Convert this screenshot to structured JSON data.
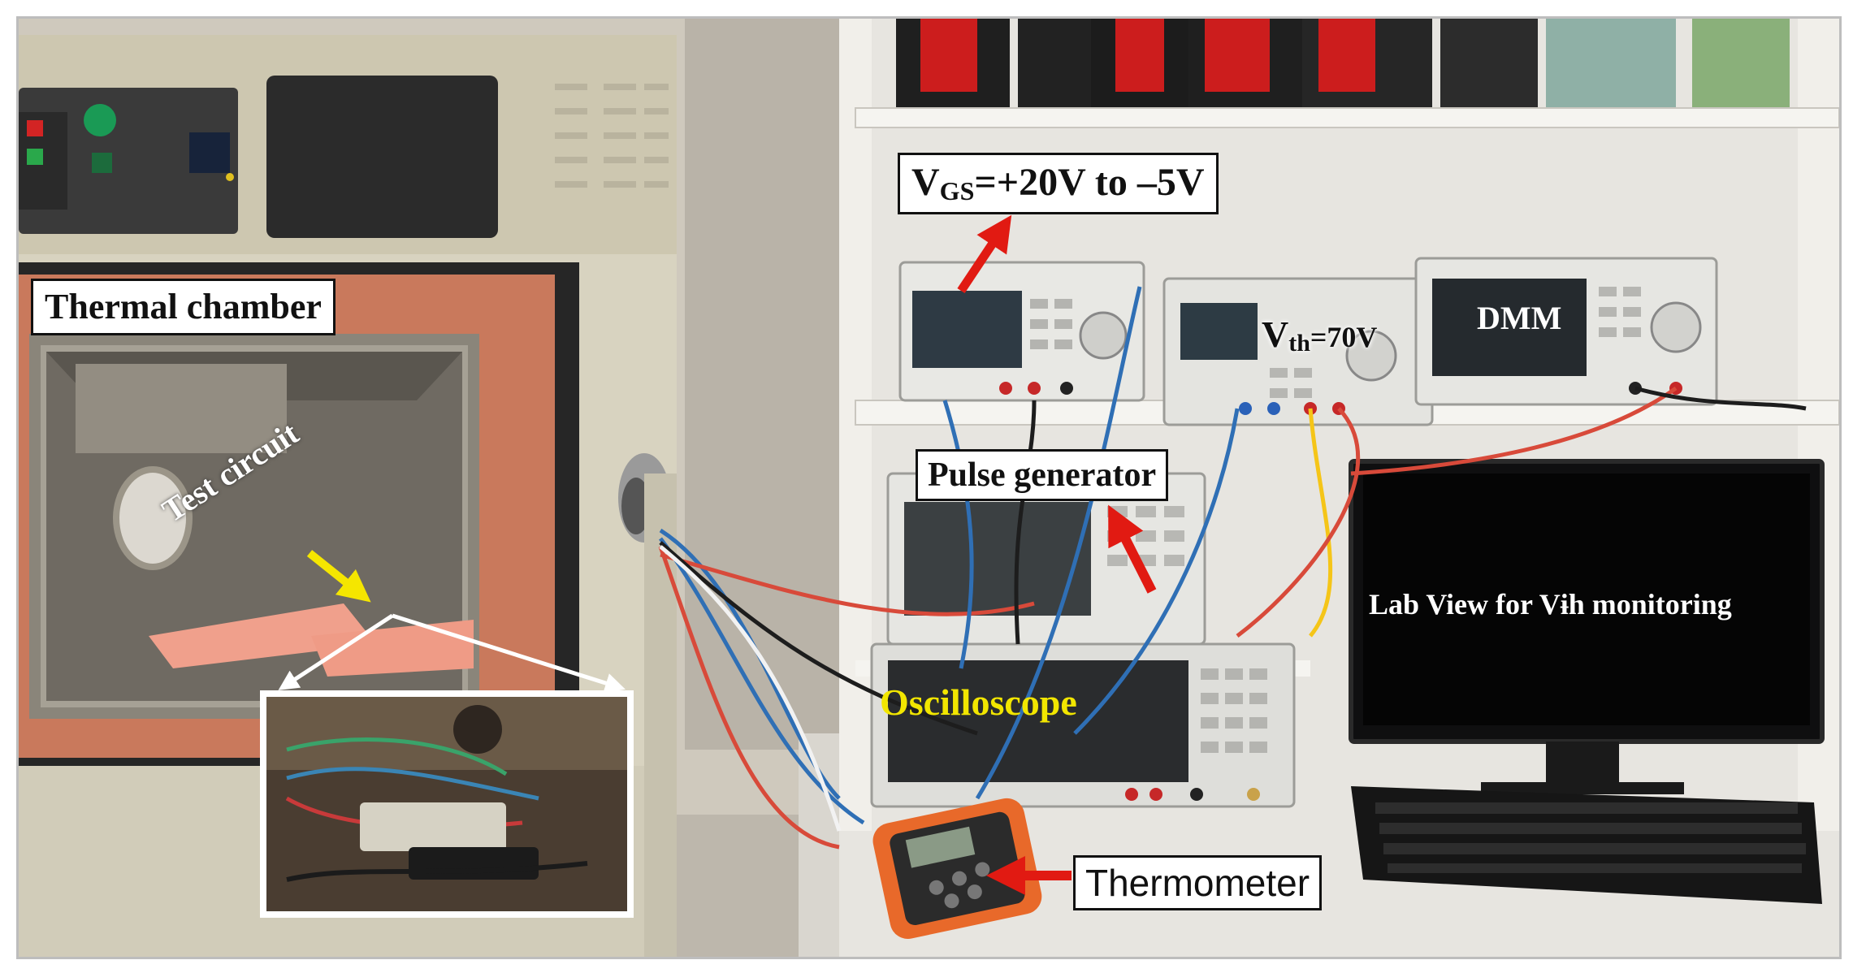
{
  "labels": {
    "thermal_chamber": "Thermal chamber",
    "test_circuit": "Test circuit",
    "vgs": {
      "main": "V",
      "sub": "GS",
      "rest": "=+20V to –5V"
    },
    "vth": {
      "main": "V",
      "sub": "th",
      "rest": "=70V"
    },
    "dmm": "DMM",
    "pulse_generator": "Pulse generator",
    "oscilloscope": "Oscilloscope",
    "labview": "Lab View for Vɨh monitoring",
    "thermometer": "Thermometer"
  },
  "colors": {
    "arrow_red": "#e11a12",
    "arrow_yellow": "#f5e600",
    "oscilloscope_text": "#f2e600",
    "chamber_foam": "#c9795c",
    "wire_blue": "#2f6fb5",
    "wire_red": "#d84a3a"
  }
}
